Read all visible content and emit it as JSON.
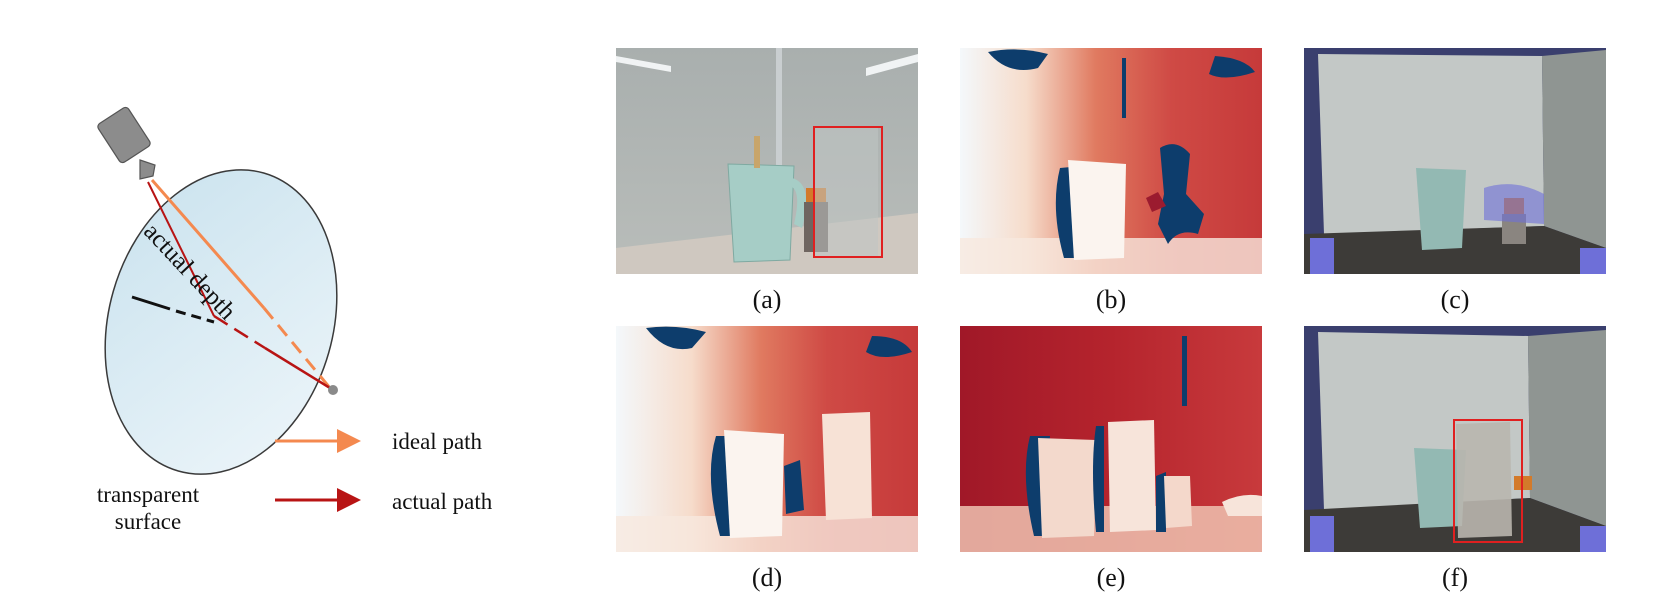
{
  "diagram": {
    "depth_label": "actual depth",
    "surface_label_line1": "transparent",
    "surface_label_line2": "surface",
    "legend": [
      {
        "label": "ideal  path",
        "color": "#f4894f"
      },
      {
        "label": "actual path",
        "color": "#b81414"
      }
    ]
  },
  "panels": [
    {
      "id": "a",
      "caption": "(a)",
      "kind": "rgb-photo",
      "highlight_box": true
    },
    {
      "id": "b",
      "caption": "(b)",
      "kind": "depth-map-raw",
      "highlight_box": false
    },
    {
      "id": "c",
      "caption": "(c)",
      "kind": "point-cloud-raw",
      "highlight_box": false
    },
    {
      "id": "d",
      "caption": "(d)",
      "kind": "depth-map-completed",
      "highlight_box": false
    },
    {
      "id": "e",
      "caption": "(e)",
      "kind": "depth-map-ground-truth",
      "highlight_box": false
    },
    {
      "id": "f",
      "caption": "(f)",
      "kind": "point-cloud-completed",
      "highlight_box": true
    }
  ],
  "colors": {
    "depth_near": "#f4f8fb",
    "depth_far": "#c63a3a",
    "depth_invalid": "#0d3d6c",
    "highlight_box": "#e02020",
    "surface_fill": "#dcecf4"
  }
}
